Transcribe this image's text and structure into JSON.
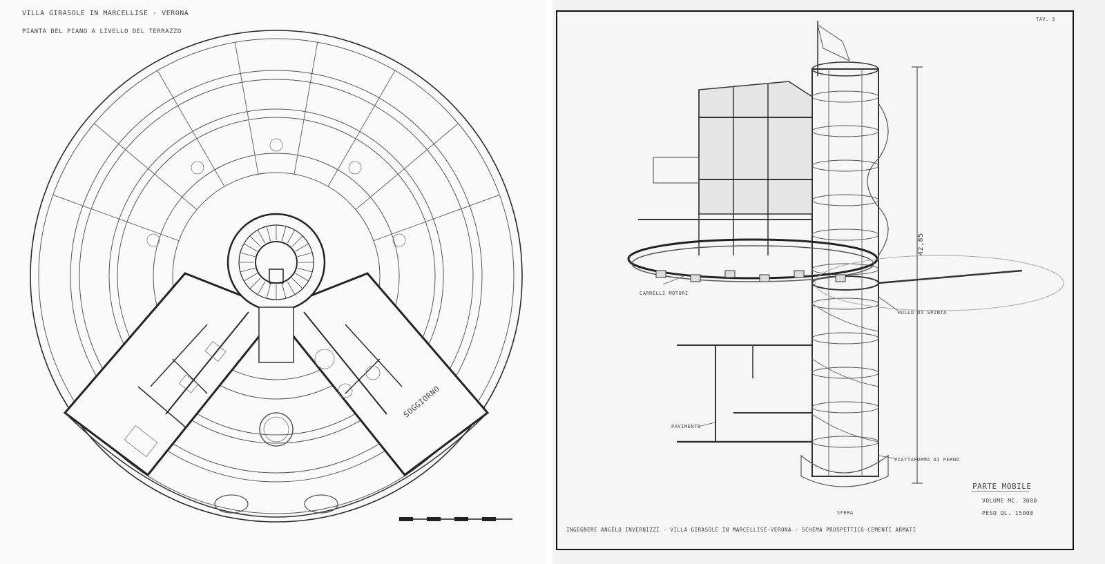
{
  "left_drawing": {
    "title_line1": "VILLA GIRASOLE IN MARCELLISE - VERONA",
    "title_line2": "PIANTA DEL PIANO A LIVELLO DEL TERRAZZO",
    "room_label": "SOGGIORNO"
  },
  "right_drawing": {
    "sheet_number": "TAV. 5",
    "dimension_label": "42,85",
    "labels": {
      "carrelli": "CARRELLI MOTORI",
      "rullo": "RULLO DI SPINTA",
      "pavimento": "PAVIMENTO",
      "piattaforma": "PIATTAFORMA DI PERNO",
      "sfera": "SFERA"
    },
    "legend": {
      "title": "PARTE MOBILE",
      "line1": "VOLUME MC. 3000",
      "line2": "PESO QL. 15000"
    },
    "footer": "INGEGNERE ANGELO INVERNIZZI - VILLA GIRASOLE IN MARCELLISE-VERONA - SCHEMA PROSPETTICO-CEMENTI ARMATI"
  }
}
